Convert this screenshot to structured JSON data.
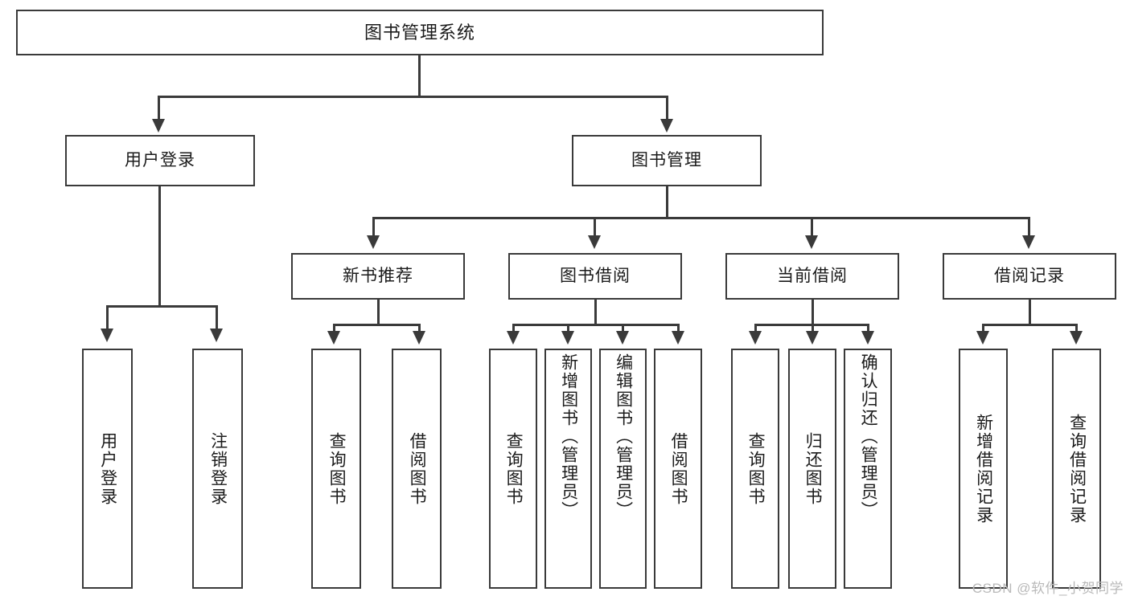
{
  "diagram": {
    "title": "图书管理系统",
    "watermark": "CSDN @软件_小贺同学",
    "colors": {
      "stroke": "#3a3a3a",
      "fill": "#ffffff",
      "text": "#1b1b1b",
      "watermark": "#b9b9b9"
    },
    "levels": {
      "root": "图书管理系统",
      "level2": [
        "用户登录",
        "图书管理"
      ],
      "level3": [
        "新书推荐",
        "图书借阅",
        "当前借阅",
        "借阅记录"
      ],
      "level4_groups": [
        {
          "parent": "用户登录",
          "items": [
            "用户登录",
            "注销登录"
          ]
        },
        {
          "parent": "新书推荐",
          "items": [
            "查询图书",
            "借阅图书"
          ]
        },
        {
          "parent": "图书借阅",
          "items": [
            "查询图书",
            "新增图书（管理员）",
            "编辑图书（管理员）",
            "借阅图书"
          ]
        },
        {
          "parent": "当前借阅",
          "items": [
            "查询图书",
            "归还图书",
            "确认归还（管理员）"
          ]
        },
        {
          "parent": "借阅记录",
          "items": [
            "新增借阅记录",
            "查询借阅记录"
          ]
        }
      ]
    },
    "nodes": {
      "root": "图书管理系统",
      "user_login": "用户登录",
      "book_manage": "图书管理",
      "new_book_rec": "新书推荐",
      "book_borrow": "图书借阅",
      "current_borrow": "当前借阅",
      "borrow_record": "借阅记录",
      "leaf_user_login": "用户登录",
      "leaf_logout": "注销登录",
      "leaf_query_book_1": "查询图书",
      "leaf_borrow_book_1": "借阅图书",
      "leaf_query_book_2": "查询图书",
      "leaf_add_book": "新增图书（管理员）",
      "leaf_edit_book": "编辑图书（管理员）",
      "leaf_borrow_book_2": "借阅图书",
      "leaf_query_book_3": "查询图书",
      "leaf_return_book": "归还图书",
      "leaf_confirm_return": "确认归还（管理员）",
      "leaf_add_record": "新增借阅记录",
      "leaf_query_record": "查询借阅记录"
    }
  }
}
